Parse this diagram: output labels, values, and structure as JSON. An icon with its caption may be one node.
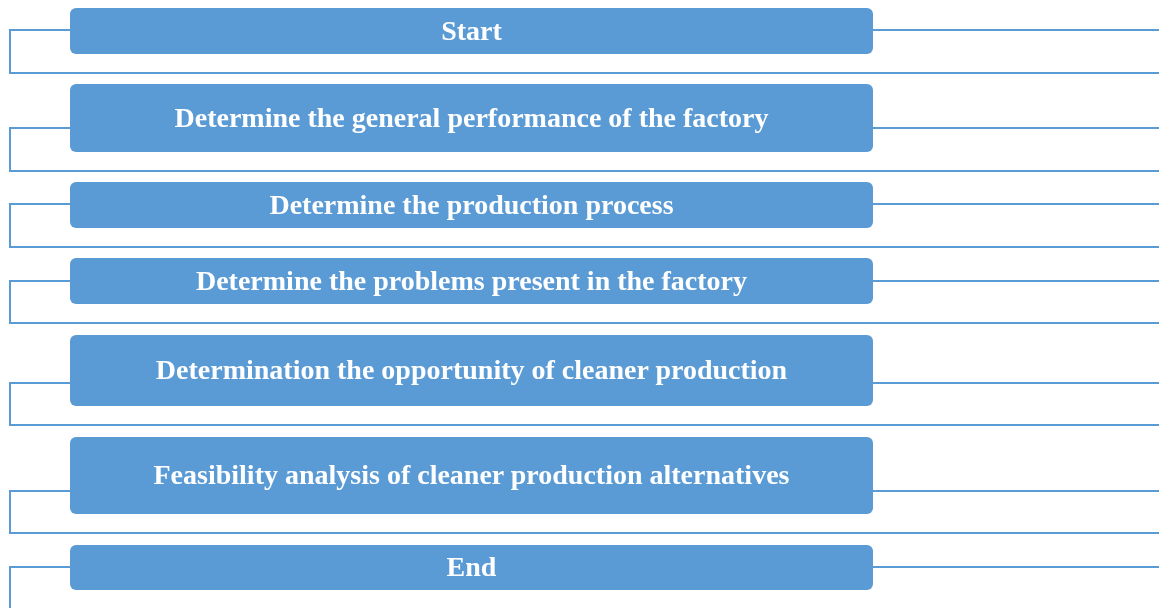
{
  "diagram": {
    "nodes": [
      {
        "text": [
          "Start"
        ]
      },
      {
        "text": [
          "Determine the general performance of the factory"
        ]
      },
      {
        "text": [
          "Determine the production process"
        ]
      },
      {
        "text": [
          "Determine the problems present in the factory"
        ]
      },
      {
        "text": [
          "Determination the opportunity of cleaner production"
        ]
      },
      {
        "text": [
          "Feasibility analysis of cleaner production alternatives"
        ]
      },
      {
        "text": [
          "End"
        ]
      }
    ]
  }
}
